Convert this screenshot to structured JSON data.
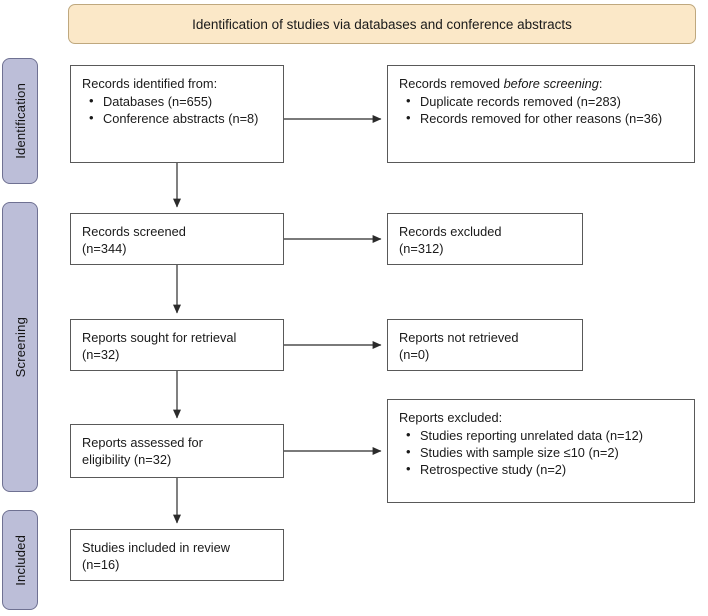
{
  "banner": {
    "label": "Identification of studies via databases and conference abstracts"
  },
  "stages": [
    {
      "id": "identification",
      "label": "Identification"
    },
    {
      "id": "screening",
      "label": "Screening"
    },
    {
      "id": "included",
      "label": "Included"
    }
  ],
  "boxes": {
    "identified": {
      "title": "Records identified from:",
      "items": [
        "Databases (n=655)",
        "Conference abstracts (n=8)"
      ]
    },
    "removed": {
      "title_prefix": "Records removed ",
      "title_italic": "before screening",
      "title_suffix": ":",
      "items": [
        "Duplicate records removed (n=283)",
        "Records removed for other reasons (n=36)"
      ]
    },
    "screened": {
      "line1": "Records screened",
      "line2": "(n=344)"
    },
    "excluded": {
      "line1": "Records excluded",
      "line2": "(n=312)"
    },
    "sought": {
      "line1": "Reports sought for retrieval",
      "line2": "(n=32)"
    },
    "not_retrieved": {
      "line1": "Reports not retrieved",
      "line2": "(n=0)"
    },
    "assessed": {
      "line1": "Reports assessed for",
      "line2": "eligibility (n=32)"
    },
    "reports_excluded": {
      "title": "Reports excluded:",
      "items": [
        "Studies reporting unrelated data (n=12)",
        "Studies with sample size ≤10 (n=2)",
        "Retrospective study (n=2)"
      ]
    },
    "included": {
      "line1": "Studies included in review",
      "line2": "(n=16)"
    }
  },
  "colors": {
    "banner_fill": "#fbe8c8",
    "banner_border": "#bfa87e",
    "stage_fill": "#bcbed8",
    "stage_border": "#6f7192",
    "box_border": "#595959",
    "connector": "#2b2b2b"
  }
}
